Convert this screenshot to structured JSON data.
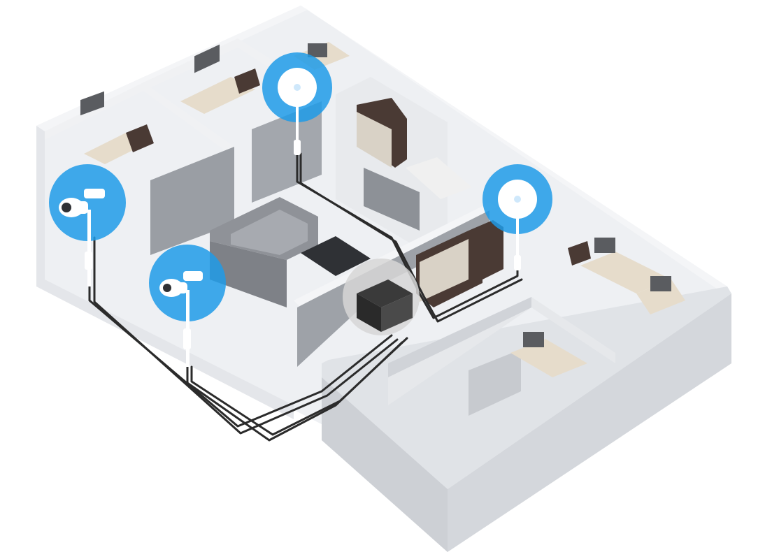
{
  "colors": {
    "background": "#ffffff",
    "floor": "#eef0f3",
    "wall_top": "#f4f5f7",
    "wall_side": "#d9dce1",
    "wall_dark": "#bfc3c9",
    "partition": "#9a9ea4",
    "cable": "#2b2b2b",
    "highlight_blue": "#1e9be8",
    "highlight_gray": "#d6d6d6",
    "device_white": "#ffffff",
    "switch_body": "#3a3a3a",
    "desk": "#e6dccb",
    "cabinet": "#4a3a34",
    "sofa": "#8f9298"
  },
  "devices": [
    {
      "id": "ap-ceiling-1",
      "kind": "access-point-icon",
      "highlight": "blue"
    },
    {
      "id": "ap-ceiling-2",
      "kind": "access-point-icon",
      "highlight": "blue"
    },
    {
      "id": "camera-1",
      "kind": "bullet-camera-icon",
      "highlight": "blue"
    },
    {
      "id": "camera-2",
      "kind": "bullet-camera-icon",
      "highlight": "blue"
    },
    {
      "id": "poe-switch",
      "kind": "network-switch-icon",
      "highlight": "gray"
    }
  ]
}
